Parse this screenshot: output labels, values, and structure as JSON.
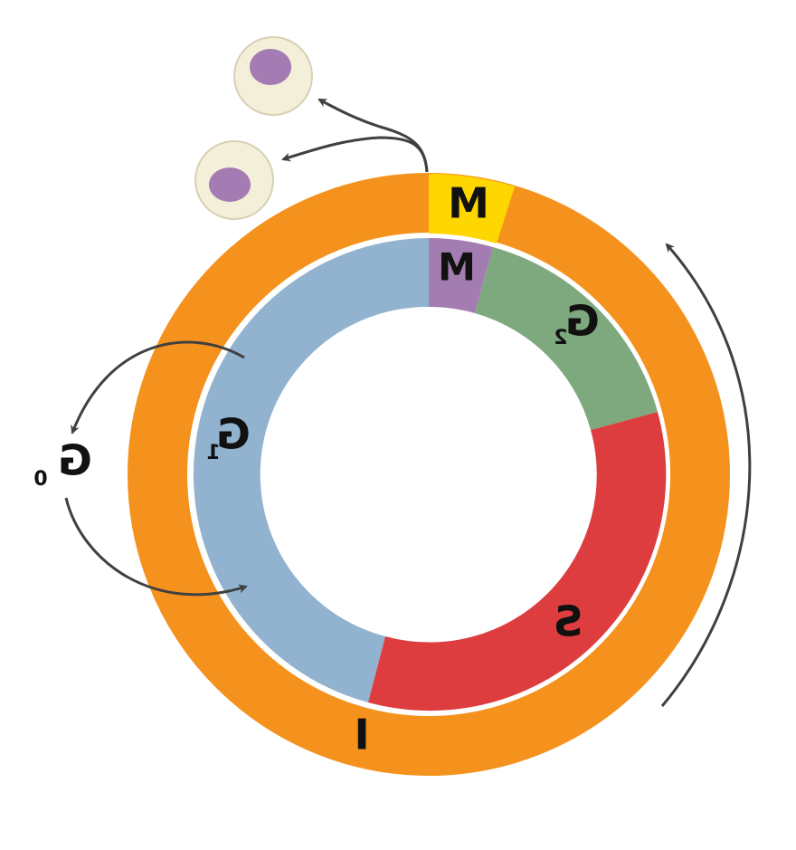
{
  "labels": {
    "outer_m": "M",
    "outer_i": "I",
    "inner_m": "M",
    "g1": "G",
    "g1_sub": "1",
    "g2": "G",
    "g2_sub": "2",
    "s": "S",
    "g0": "G",
    "g0_sub": "0"
  },
  "colors": {
    "interphase": "#f5921e",
    "mitosis_outer": "#ffd700",
    "mitosis_inner": "#a37db1",
    "g1": "#92b3d0",
    "g2": "#7ea87e",
    "s": "#de3d3f",
    "cell_membrane": "#f3efd9",
    "cell_nucleus": "#a57bb3",
    "arrow": "#404040"
  }
}
